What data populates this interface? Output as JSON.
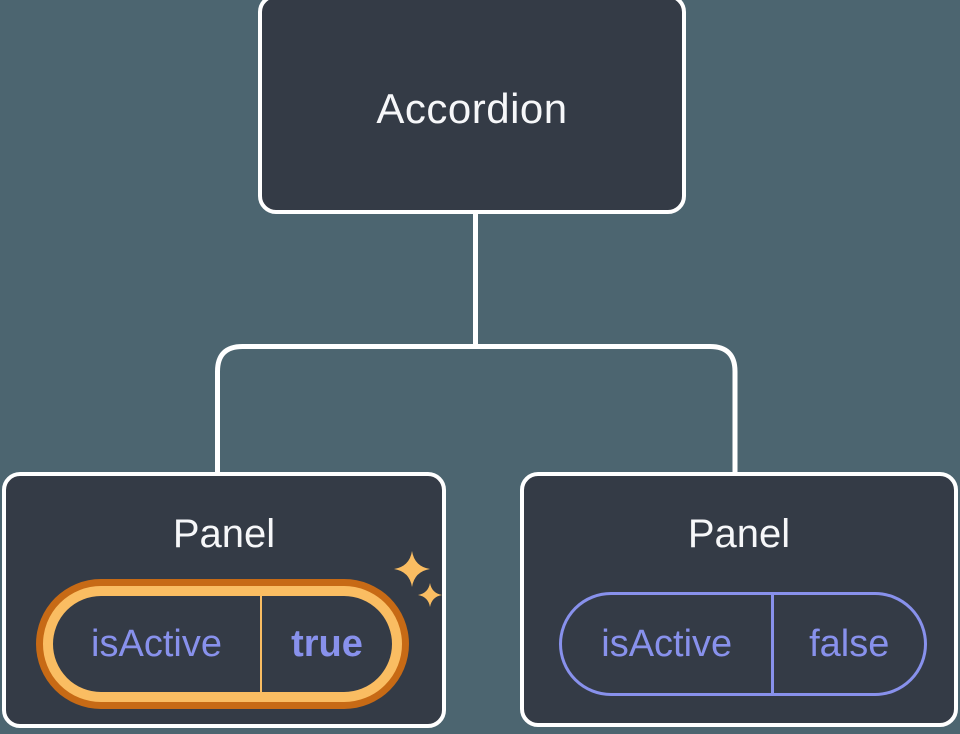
{
  "diagram": {
    "type": "component-tree",
    "root": {
      "label": "Accordion"
    },
    "panels": [
      {
        "label": "Panel",
        "prop_name": "isActive",
        "prop_value": "true",
        "state": "highlighted-active",
        "has_sparkles": true
      },
      {
        "label": "Panel",
        "prop_name": "isActive",
        "prop_value": "false",
        "state": "inactive",
        "has_sparkles": false
      }
    ]
  },
  "icons": {
    "sparkle_large": "four-point-star",
    "sparkle_small": "four-point-star"
  },
  "colors": {
    "background": "#4C6570",
    "node_fill": "#343B46",
    "node_border": "#FFFFFF",
    "connector": "#FFFFFF",
    "label_text": "#F6F7F9",
    "prop_text": "#8891EC",
    "highlight_ring_outer": "#C76A15",
    "highlight_ring_inner": "#FABD62",
    "sparkle": "#FABD62"
  }
}
